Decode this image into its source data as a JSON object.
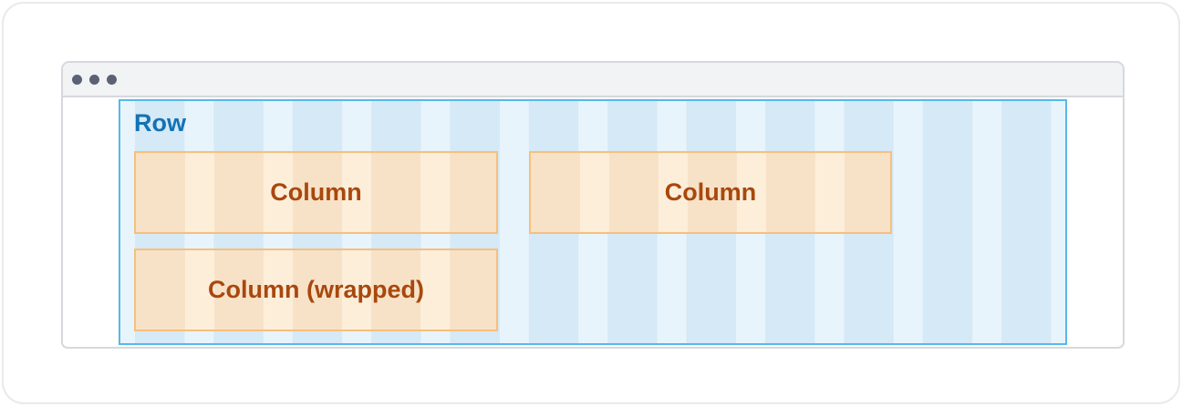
{
  "diagram": {
    "row": {
      "label": "Row"
    },
    "columns": [
      {
        "label": "Column"
      },
      {
        "label": "Column"
      },
      {
        "label": "Column (wrapped)"
      }
    ],
    "grid": {
      "total_columns": 12,
      "box_span_columns": 5,
      "wrapped": true
    }
  },
  "window": {
    "titlebar_dots": 3
  },
  "colors": {
    "row-light": "#e8f4fc",
    "row-dark": "#d5e9f6",
    "row-border": "#57b8ea",
    "row-label": "#1273b4",
    "col-light": "#fdeeda",
    "col-dark": "#f7e2c8",
    "col-border": "#f7bf7d",
    "col-label": "#a8480d",
    "chrome-bg": "#f2f3f5",
    "chrome-border": "#d6d8dd",
    "dot": "#5c6275",
    "card-border": "#e9eaee"
  }
}
